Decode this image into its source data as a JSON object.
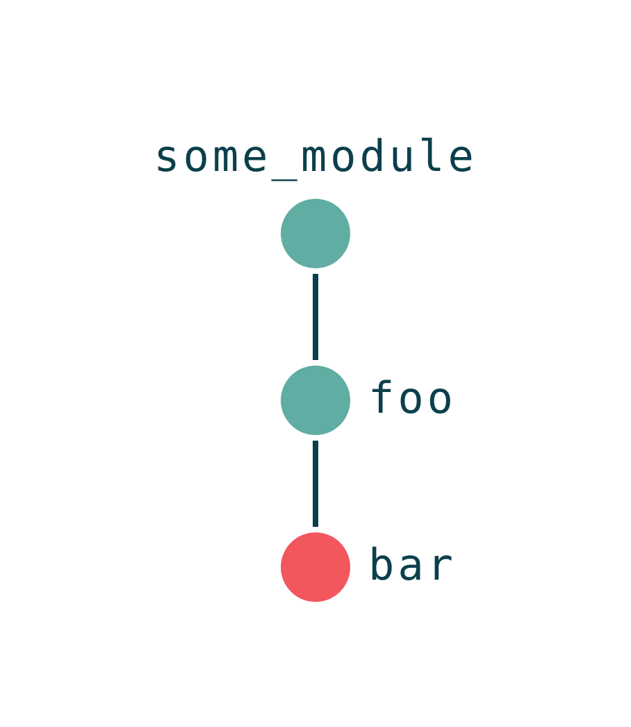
{
  "diagram": {
    "nodes": [
      {
        "id": "some_module",
        "label": "some_module",
        "color": "#5fada3"
      },
      {
        "id": "foo",
        "label": "foo",
        "color": "#5fada3"
      },
      {
        "id": "bar",
        "label": "bar",
        "color": "#f2575e"
      }
    ],
    "edges": [
      {
        "from": "some_module",
        "to": "foo"
      },
      {
        "from": "foo",
        "to": "bar"
      }
    ],
    "edge_color": "#0b3f4b",
    "label_color": "#0b3f4b"
  }
}
